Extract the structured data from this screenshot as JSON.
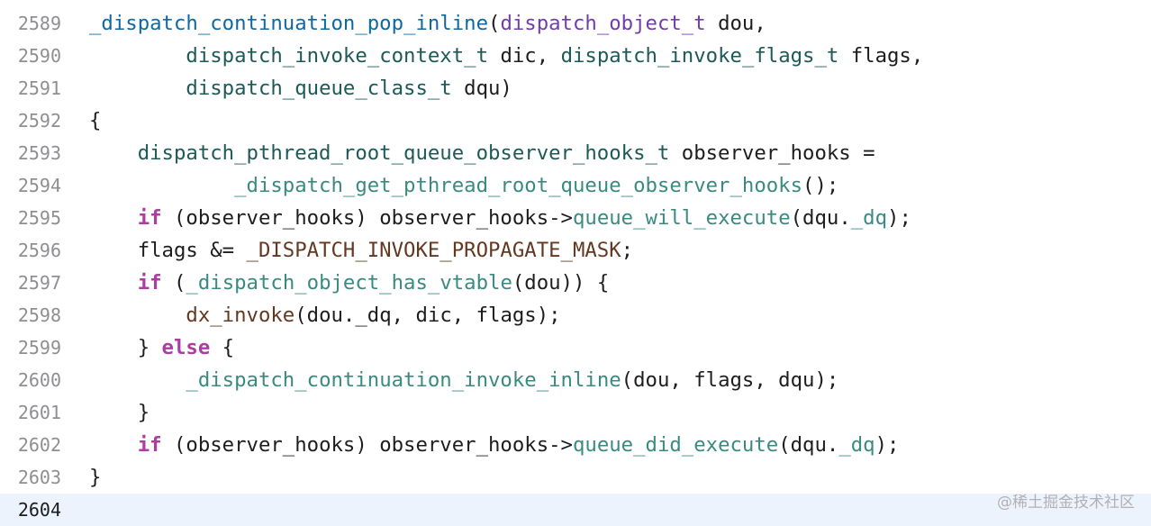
{
  "editor": {
    "lines": [
      {
        "number": "2589",
        "tokens": [
          {
            "t": "_dispatch_continuation_pop_inline",
            "k": "fn-decl"
          },
          {
            "t": "(",
            "k": "plain"
          },
          {
            "t": "dispatch_object_t",
            "k": "type-proj"
          },
          {
            "t": " dou,",
            "k": "plain"
          }
        ]
      },
      {
        "number": "2590",
        "tokens": [
          {
            "t": "        ",
            "k": "plain"
          },
          {
            "t": "dispatch_invoke_context_t",
            "k": "type"
          },
          {
            "t": " dic, ",
            "k": "plain"
          },
          {
            "t": "dispatch_invoke_flags_t",
            "k": "type"
          },
          {
            "t": " flags,",
            "k": "plain"
          }
        ]
      },
      {
        "number": "2591",
        "tokens": [
          {
            "t": "        ",
            "k": "plain"
          },
          {
            "t": "dispatch_queue_class_t",
            "k": "type"
          },
          {
            "t": " dqu)",
            "k": "plain"
          }
        ]
      },
      {
        "number": "2592",
        "tokens": [
          {
            "t": "{",
            "k": "plain"
          }
        ]
      },
      {
        "number": "2593",
        "tokens": [
          {
            "t": "    ",
            "k": "plain"
          },
          {
            "t": "dispatch_pthread_root_queue_observer_hooks_t",
            "k": "type"
          },
          {
            "t": " observer_hooks =",
            "k": "plain"
          }
        ]
      },
      {
        "number": "2594",
        "tokens": [
          {
            "t": "            ",
            "k": "plain"
          },
          {
            "t": "_dispatch_get_pthread_root_queue_observer_hooks",
            "k": "fn-call"
          },
          {
            "t": "();",
            "k": "plain"
          }
        ]
      },
      {
        "number": "2595",
        "tokens": [
          {
            "t": "    ",
            "k": "plain"
          },
          {
            "t": "if",
            "k": "keyword"
          },
          {
            "t": " (observer_hooks) observer_hooks->",
            "k": "plain"
          },
          {
            "t": "queue_will_execute",
            "k": "member"
          },
          {
            "t": "(dqu.",
            "k": "plain"
          },
          {
            "t": "_dq",
            "k": "member"
          },
          {
            "t": ");",
            "k": "plain"
          }
        ]
      },
      {
        "number": "2596",
        "tokens": [
          {
            "t": "    flags &= ",
            "k": "plain"
          },
          {
            "t": "_DISPATCH_INVOKE_PROPAGATE_MASK",
            "k": "macro"
          },
          {
            "t": ";",
            "k": "plain"
          }
        ]
      },
      {
        "number": "2597",
        "tokens": [
          {
            "t": "    ",
            "k": "plain"
          },
          {
            "t": "if",
            "k": "keyword"
          },
          {
            "t": " (",
            "k": "plain"
          },
          {
            "t": "_dispatch_object_has_vtable",
            "k": "fn-call"
          },
          {
            "t": "(dou)) {",
            "k": "plain"
          }
        ]
      },
      {
        "number": "2598",
        "tokens": [
          {
            "t": "        ",
            "k": "plain"
          },
          {
            "t": "dx_invoke",
            "k": "fn-local"
          },
          {
            "t": "(dou._dq, dic, flags);",
            "k": "plain"
          }
        ]
      },
      {
        "number": "2599",
        "tokens": [
          {
            "t": "    } ",
            "k": "plain"
          },
          {
            "t": "else",
            "k": "keyword"
          },
          {
            "t": " {",
            "k": "plain"
          }
        ]
      },
      {
        "number": "2600",
        "tokens": [
          {
            "t": "        ",
            "k": "plain"
          },
          {
            "t": "_dispatch_continuation_invoke_inline",
            "k": "fn-call"
          },
          {
            "t": "(dou, flags, dqu);",
            "k": "plain"
          }
        ]
      },
      {
        "number": "2601",
        "tokens": [
          {
            "t": "    }",
            "k": "plain"
          }
        ]
      },
      {
        "number": "2602",
        "tokens": [
          {
            "t": "    ",
            "k": "plain"
          },
          {
            "t": "if",
            "k": "keyword"
          },
          {
            "t": " (observer_hooks) observer_hooks->",
            "k": "plain"
          },
          {
            "t": "queue_did_execute",
            "k": "member"
          },
          {
            "t": "(dqu.",
            "k": "plain"
          },
          {
            "t": "_dq",
            "k": "member"
          },
          {
            "t": ");",
            "k": "plain"
          }
        ]
      },
      {
        "number": "2603",
        "tokens": [
          {
            "t": "}",
            "k": "plain"
          }
        ]
      },
      {
        "number": "2604",
        "tokens": [],
        "current": true
      }
    ]
  },
  "watermark": "@稀土掘金技术社区",
  "colors": {
    "background": "#ffffff",
    "current_line": "#edf3fd",
    "gutter_text": "#8e8e93",
    "plain": "#1d1d1f",
    "fn_decl": "#0f68a0",
    "type_project": "#703daa",
    "type": "#1d5a57",
    "fn_call": "#3a8a82",
    "keyword": "#ad3da4",
    "macro": "#643820"
  }
}
